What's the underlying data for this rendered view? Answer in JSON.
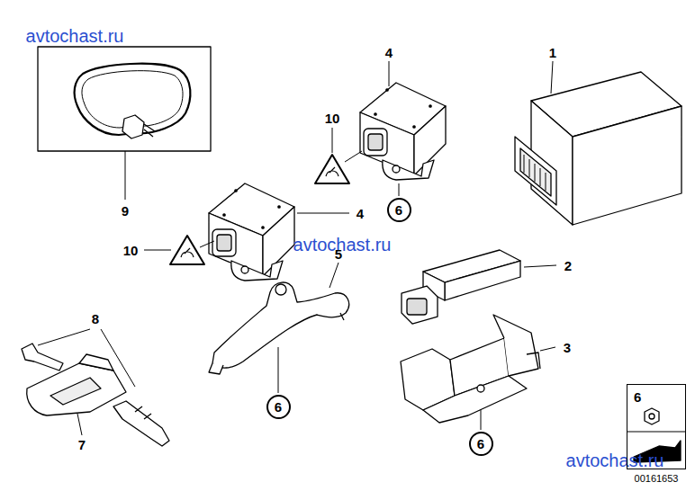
{
  "diagram": {
    "nodes": [
      {
        "text": [
          "6"
        ]
      },
      {
        "text": [
          "6"
        ]
      },
      {
        "text": [
          "6"
        ]
      },
      {
        "text": [
          "6"
        ]
      }
    ],
    "labels": [
      "avtochast.ru",
      "1",
      "4",
      "10",
      "9",
      "4",
      "10",
      "avtochast.ru",
      "5",
      "2",
      "8",
      "3",
      "7",
      "avtochast.ru",
      "00161653"
    ]
  }
}
